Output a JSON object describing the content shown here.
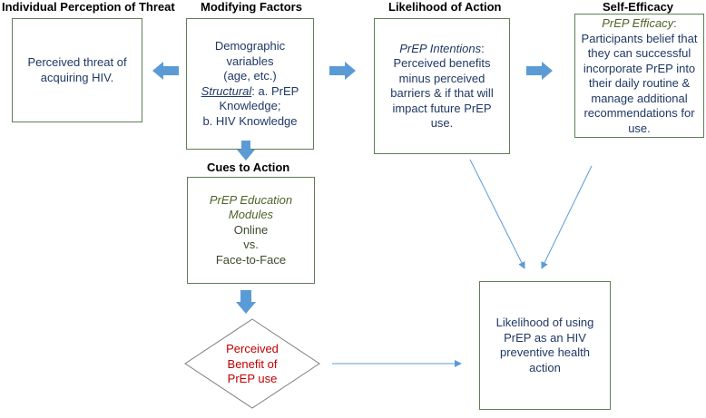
{
  "headers": {
    "threat": "Individual Perception of Threat",
    "modifying": "Modifying Factors",
    "likelihood": "Likelihood of Action",
    "self_efficacy": "Self-Efficacy",
    "cues": "Cues to Action"
  },
  "threat_box": {
    "line1": "Perceived threat of",
    "line2": "acquiring HIV."
  },
  "modifying_box": {
    "line1": "Demographic",
    "line2": "variables",
    "line3": "(age, etc.)",
    "structural_label": "Structural",
    "line4_rest": ": a. PrEP",
    "line5": "Knowledge;",
    "line6": "b. HIV Knowledge"
  },
  "likelihood_box": {
    "intentions_label": "PrEP Intentions",
    "colon": ":",
    "line2": "Perceived benefits",
    "line3": "minus perceived",
    "line4": "barriers & if that will",
    "line5": "impact future PrEP",
    "line6": "use."
  },
  "efficacy_box": {
    "efficacy_label": "PrEP Efficacy",
    "colon": ":",
    "line2": "Participants belief that",
    "line3": "they can successful",
    "line4": "incorporate PrEP into",
    "line5": "their daily routine &",
    "line6": "manage additional",
    "line7": "recommendations for",
    "line8": "use."
  },
  "cues_box": {
    "line1": "PrEP Education",
    "line2": "Modules",
    "line3": "Online",
    "line4": "vs.",
    "line5": "Face-to-Face"
  },
  "benefit_diamond": {
    "line1": "Perceived",
    "line2": "Benefit of",
    "line3": "PrEP use"
  },
  "outcome_box": {
    "line1": "Likelihood of using",
    "line2": "PrEP as an HIV",
    "line3": "preventive health",
    "line4": "action"
  },
  "colors": {
    "block_arrow": "#5b9bd5",
    "box_border": "#5f7d57",
    "thin_arrow": "#5b9bd5",
    "benefit_text": "#c00000"
  }
}
